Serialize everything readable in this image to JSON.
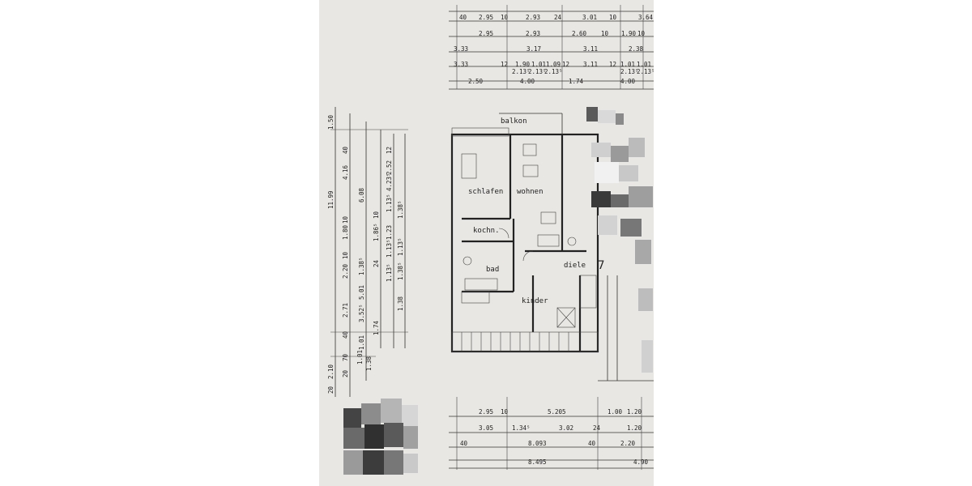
{
  "rooms": {
    "balkon": "balkon",
    "schlafen": "schlafen",
    "wohnen": "wohnen",
    "kochn": "kochn.",
    "bad": "bad",
    "diele": "diele",
    "kinder": "kinder",
    "marker": "7"
  },
  "top_dims": {
    "row1": [
      "40",
      "2.95",
      "10",
      "2.93",
      "24",
      "3.01",
      "10",
      "3.64"
    ],
    "row2": [
      "2.95",
      "2.93",
      "2.60",
      "10",
      "1.90",
      "10"
    ],
    "row3": [
      "3.33",
      "3.17",
      "3.11",
      "2.38"
    ],
    "row4": [
      "3.33",
      "12",
      "1.90",
      "1.01",
      "1.09",
      "12",
      "3.11",
      "12",
      "1.01",
      "1.01"
    ],
    "row4b": [
      "2.13⁵",
      "2.13⁵",
      "2.13⁵",
      "2.13⁵",
      "2.13⁵"
    ],
    "row5": [
      "2.50",
      "4.00",
      "1.74",
      "4.00"
    ]
  },
  "bottom_dims": {
    "row1": [
      "2.95",
      "10",
      "5.205",
      "1.00",
      "1.20"
    ],
    "row2": [
      "3.05",
      "1.34⁵",
      "3.02",
      "24",
      "1.20"
    ],
    "row3": [
      "40",
      "8.093",
      "40",
      "2.20"
    ],
    "row4": [
      "8.495",
      "4.90"
    ]
  },
  "left_dims": {
    "col1": [
      "1.50",
      "11.99",
      "2.10",
      "20"
    ],
    "col2": [
      "40",
      "4.16",
      "1.80",
      "10",
      "2.20",
      "10",
      "2.71",
      "40",
      "1.01",
      "20",
      "70"
    ],
    "col3": [
      "6.08",
      "1.38⁵",
      "5.01",
      "3.52⁵",
      "1.01",
      "1.38"
    ],
    "col4": [
      "10",
      "1.86⁵",
      "24",
      "1.74"
    ],
    "col5": [
      "12",
      "2.52",
      "4.23⁵",
      "1.13⁵",
      "1.23",
      "1.13⁵",
      "1.13⁵"
    ],
    "col6": [
      "1.38⁵",
      "1.13⁵",
      "1.38⁵",
      "1.38"
    ]
  }
}
